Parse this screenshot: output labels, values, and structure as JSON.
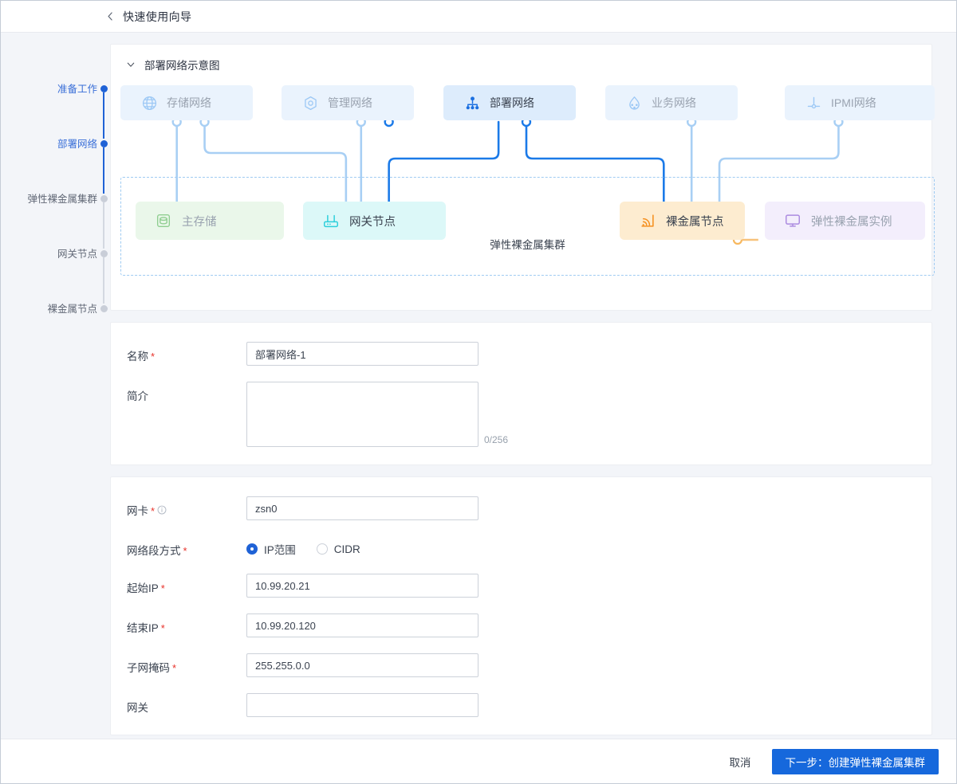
{
  "header": {
    "title": "快速使用向导",
    "back_icon": "chevron-left-icon"
  },
  "steps": [
    {
      "label": "准备工作",
      "state": "active"
    },
    {
      "label": "部署网络",
      "state": "active"
    },
    {
      "label": "弹性裸金属集群",
      "state": "pending"
    },
    {
      "label": "网关节点",
      "state": "pending"
    },
    {
      "label": "裸金属节点",
      "state": "pending"
    }
  ],
  "diagram": {
    "title": "部署网络示意图",
    "caret_icon": "chevron-down-icon",
    "networks": [
      {
        "label": "存储网络",
        "icon": "globe-icon",
        "active": false
      },
      {
        "label": "管理网络",
        "icon": "hexagon-target-icon",
        "active": false
      },
      {
        "label": "部署网络",
        "icon": "sitemap-icon",
        "active": true
      },
      {
        "label": "业务网络",
        "icon": "cloud-nodes-icon",
        "active": false
      },
      {
        "label": "IPMI网络",
        "icon": "ipmi-anchor-icon",
        "active": false
      }
    ],
    "cluster_caption": "弹性裸金属集群",
    "nodes": [
      {
        "label": "主存储",
        "icon": "database-icon",
        "kind": "storage"
      },
      {
        "label": "网关节点",
        "icon": "router-icon",
        "kind": "gateway"
      },
      {
        "label": "裸金属节点",
        "icon": "signal-broadcast-icon",
        "kind": "metal"
      },
      {
        "label": "弹性裸金属实例",
        "icon": "monitor-icon",
        "kind": "instance"
      }
    ]
  },
  "basic_form": {
    "name": {
      "label": "名称",
      "required": true,
      "value": "部署网络-1",
      "placeholder": ""
    },
    "desc": {
      "label": "简介",
      "required": false,
      "value": "",
      "placeholder": "",
      "counter": "0/256"
    }
  },
  "net_form": {
    "nic": {
      "label": "网卡",
      "required": true,
      "value": "zsn0",
      "placeholder": "",
      "info_icon": "info-circle-icon"
    },
    "segment_mode": {
      "label": "网络段方式",
      "required": true,
      "selected": "IP范围",
      "options": [
        "IP范围",
        "CIDR"
      ]
    },
    "start_ip": {
      "label": "起始IP",
      "required": true,
      "value": "10.99.20.21",
      "placeholder": ""
    },
    "end_ip": {
      "label": "结束IP",
      "required": true,
      "value": "10.99.20.120",
      "placeholder": ""
    },
    "netmask": {
      "label": "子网掩码",
      "required": true,
      "value": "255.255.0.0",
      "placeholder": ""
    },
    "gateway": {
      "label": "网关",
      "required": false,
      "value": "",
      "placeholder": ""
    }
  },
  "footer": {
    "cancel_label": "取消",
    "next_label": "下一步：创建弹性裸金属集群"
  },
  "colors": {
    "primary": "#1668dc",
    "step_active": "#1f62d6",
    "required": "#e8322a",
    "wire_light": "#a8cff4",
    "wire_dark": "#1b7ae8",
    "cluster_border": "#9fcbf2"
  }
}
